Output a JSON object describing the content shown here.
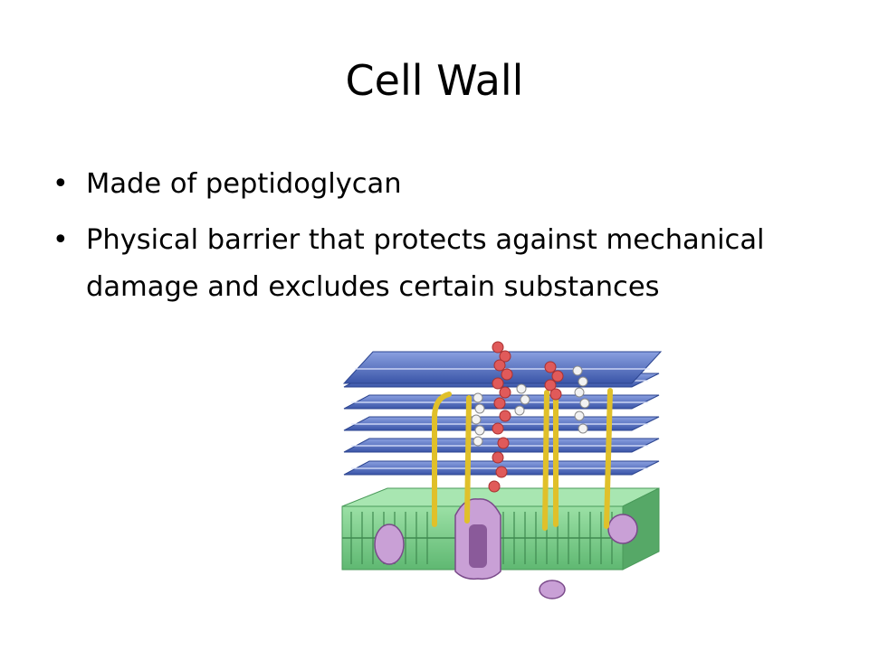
{
  "slide": {
    "title": "Cell Wall",
    "bullets": [
      "Made of peptidoglycan",
      "Physical barrier that protects against mechanical damage and excludes certain substances"
    ],
    "bullet_symbol": "•"
  },
  "illustration": {
    "subject": "bacterial cell wall peptidoglycan layers over membrane",
    "colors": {
      "peptidoglycan_layer": "#5b74c4",
      "membrane_lipid": "#7ccf8a",
      "membrane_protein": "#c9a0d6",
      "teichoic_acid": "#e0c02a",
      "red_chain": "#e05a5a",
      "white_chain": "#e6e6e6"
    }
  }
}
